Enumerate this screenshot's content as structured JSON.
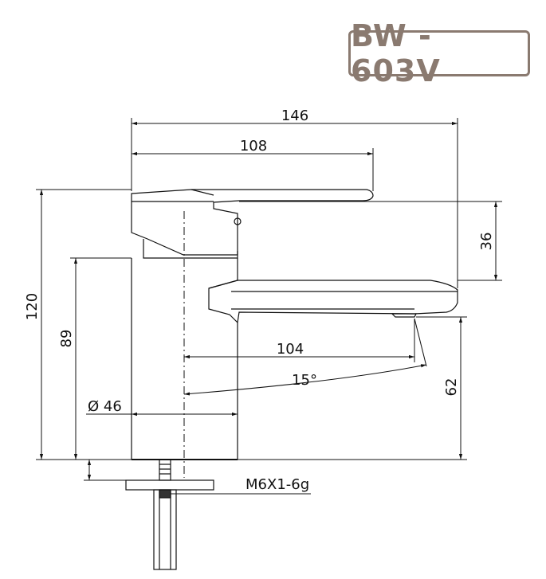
{
  "model_badge": "BW - 603V",
  "dimensions": {
    "overall_length": "146",
    "handle_length": "108",
    "total_height": "120",
    "body_height": "89",
    "handle_to_spout": "36",
    "spout_reach": "104",
    "spout_angle": "15°",
    "spout_height": "62",
    "body_diameter": "Ø 46",
    "thread": "M6X1-6g"
  },
  "colors": {
    "badge": "#8a7a70",
    "lines": "#111111"
  }
}
